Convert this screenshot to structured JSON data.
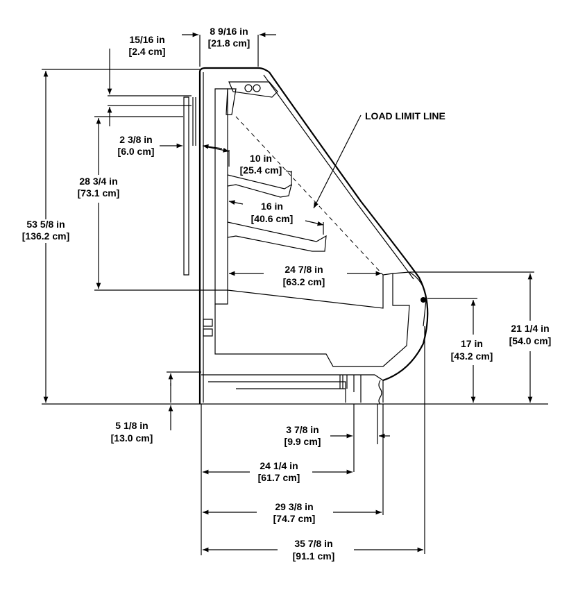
{
  "dimensions": {
    "top_width": {
      "in": "8 9/16 in",
      "cm": "[21.8 cm]"
    },
    "top_offset": {
      "in": "15/16 in",
      "cm": "[2.4 cm]"
    },
    "panel_offset": {
      "in": "2 3/8 in",
      "cm": "[6.0 cm]"
    },
    "shelf_upper": {
      "in": "10 in",
      "cm": "[25.4 cm]"
    },
    "shelf_lower": {
      "in": "16 in",
      "cm": "[40.6 cm]"
    },
    "overall_height": {
      "in": "53 5/8 in",
      "cm": "[136.2 cm]"
    },
    "display_height": {
      "in": "28 3/4 in",
      "cm": "[73.1 cm]"
    },
    "deck_depth": {
      "in": "24 7/8 in",
      "cm": "[63.2 cm]"
    },
    "front_height": {
      "in": "21 1/4 in",
      "cm": "[54.0 cm]"
    },
    "bumper_height": {
      "in": "17 in",
      "cm": "[43.2 cm]"
    },
    "base_height": {
      "in": "5 1/8 in",
      "cm": "[13.0 cm]"
    },
    "kick_depth": {
      "in": "3 7/8 in",
      "cm": "[9.9 cm]"
    },
    "base_depth": {
      "in": "24 1/4 in",
      "cm": "[61.7 cm]"
    },
    "case_depth": {
      "in": "29 3/8 in",
      "cm": "[74.7 cm]"
    },
    "overall_depth": {
      "in": "35 7/8 in",
      "cm": "[91.1 cm]"
    }
  },
  "load_limit_label": "LOAD LIMIT LINE"
}
